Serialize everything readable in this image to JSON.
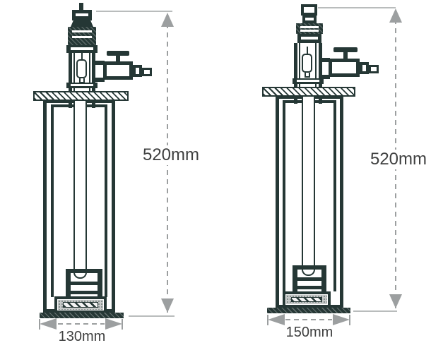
{
  "colors": {
    "ink": "#253735",
    "dim_line": "#9c9fa0",
    "dim_text": "#3f4040",
    "ext_line": "#b9bcbc"
  },
  "diagrams": [
    {
      "name": "immersion-lamp-vessel-130",
      "height_label": "520mm",
      "width_label": "130mm"
    },
    {
      "name": "immersion-lamp-vessel-150",
      "height_label": "520mm",
      "width_label": "150mm"
    }
  ]
}
